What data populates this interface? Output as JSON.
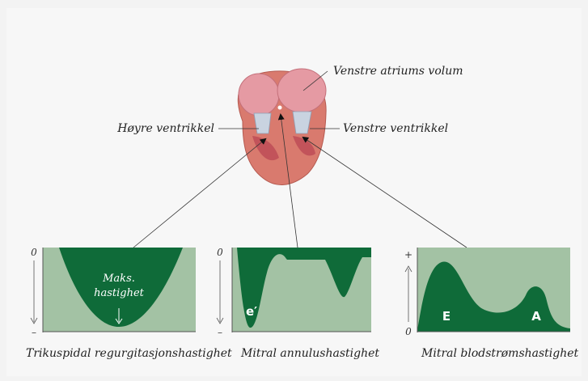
{
  "labels": {
    "left_atrium_volume": "Venstre atriums volum",
    "right_ventricle": "Høyre ventrikkel",
    "left_ventricle": "Venstre ventrikkel"
  },
  "panels": [
    {
      "caption": "Trikuspidal regurgitasjonshastighet",
      "axis_top": "0",
      "axis_bottom": "–",
      "annotation_line1": "Maks.",
      "annotation_line2": "hastighet"
    },
    {
      "caption": "Mitral annulushastighet",
      "axis_top": "0",
      "axis_bottom": "–",
      "peak_label": "e′"
    },
    {
      "caption": "Mitral blodstrømshastighet",
      "axis_top": "+",
      "axis_bottom": "0",
      "peak_e": "E",
      "peak_a": "A"
    }
  ],
  "colors": {
    "background": "#f3f3f3",
    "panel_light": "#a3c2a4",
    "panel_dark": "#0f6b39",
    "heart": "#d97a6e",
    "atrium": "#e59aa3",
    "valve": "#c9d3e0"
  }
}
